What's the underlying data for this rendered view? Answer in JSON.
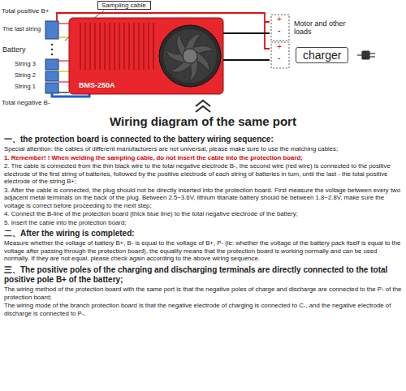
{
  "diagram": {
    "title": "Wiring diagram of the same port",
    "nodes": [
      {
        "text": [
          "Sampling cable"
        ]
      },
      {
        "text": [
          "BMS-250A"
        ]
      },
      {
        "text": [
          "Motor and other loads"
        ]
      },
      {
        "text": [
          "charger"
        ]
      }
    ],
    "edges": [
      {
        "from": 1,
        "to": 2,
        "arrow": "none"
      },
      {
        "from": 1,
        "to": 3,
        "arrow": "none"
      }
    ],
    "labels": [
      "Total positive B+",
      "The last string",
      "Battery",
      "String 3",
      "String 2",
      "String 1",
      "Total negative B-",
      "+",
      "-",
      "+",
      "-",
      "一、the protection board is connected to the battery wiring sequence:",
      "Special attention: the cables of different manufacturers are not universal, please make sure to use the matching cables;",
      "1. Remember! ! When welding the sampling cable, do not insert the cable into the protection board;",
      "2. The cable is connected from the thin black wire to the total negative electrode B-, the second wire (red wire) is connected to the positive electrode of the first string of batteries, followed by the positive electrode of each string of batteries in turn, until the last - the total positive electrode of the string B+;",
      "3. After the cable is connected, the plug should not be directly inserted into the protection board. First measure the voltage between every two adjacent metal terminals on the back of the plug. Between 2.5~3.6V, lithium titanate battery should be between 1.8~2.8V, make sure the voltage is correct before proceeding to the next step;",
      "4. Connect the B-line of the protection board (thick blue line) to the total negative electrode of the battery;",
      "5. Insert the cable into the protection board;",
      "二、After the wiring is completed:",
      "Measure whether the voltage of battery B+, B- is equal to the voltage of B+, P- (ie: whether the voltage of the battery pack itself is equal to the voltage after passing through the protection board), the equality means that the protection board is working normally and can be used normally. If they are not equal, please check again according to the above wiring sequence.",
      "三、The positive poles of the charging and discharging terminals are directly connected to the total positive pole B+ of the battery;",
      "The wiring method of the protection board with the same port is that the negative poles of charge and discharge are connected to the P- of the protection board;",
      "The wiring mode of the branch protection board is that the negative electrode of charging is connected to C-, and the negative electrode of discharge is connected to P-."
    ]
  }
}
